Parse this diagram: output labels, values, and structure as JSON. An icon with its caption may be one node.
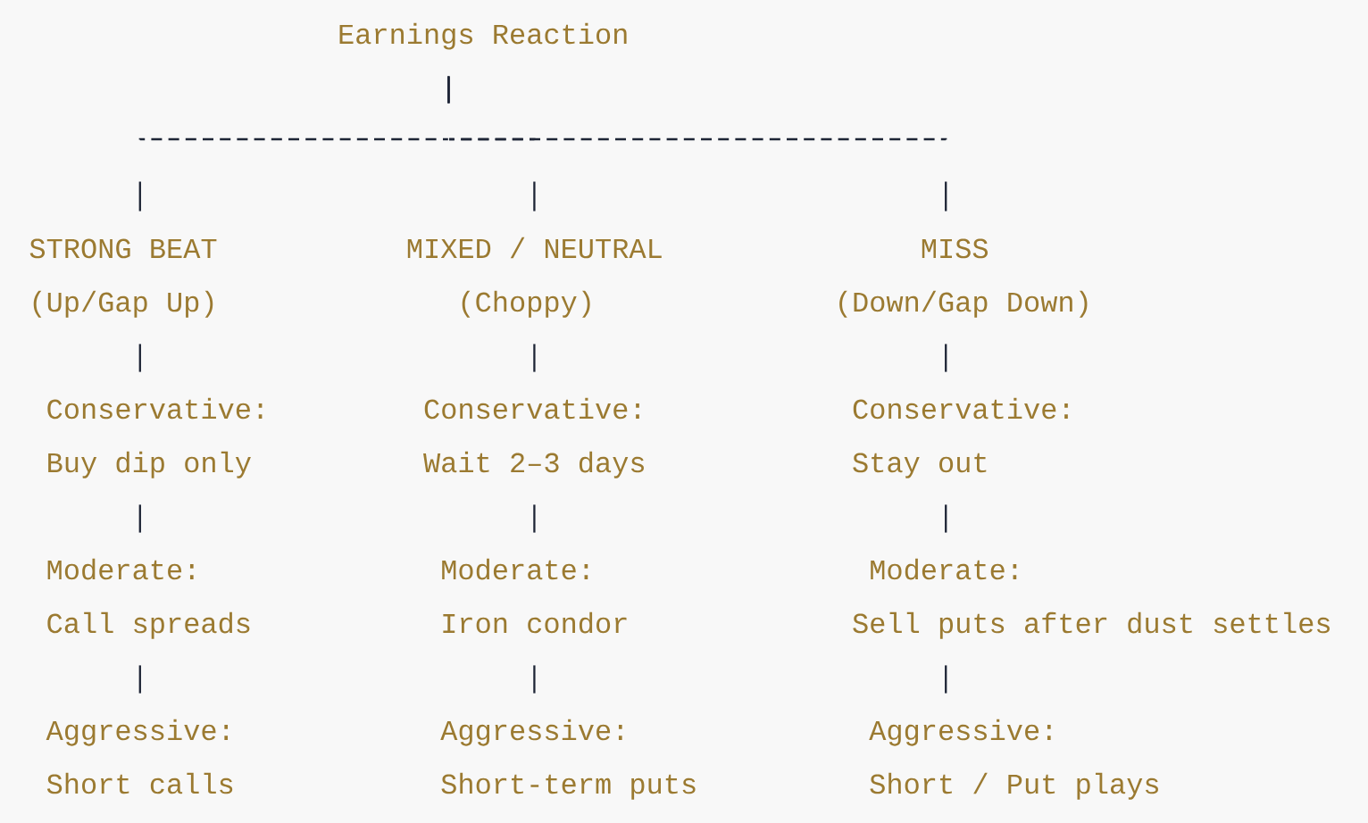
{
  "diagram": {
    "nodes": [
      {
        "text": [
          "Earnings Reaction"
        ]
      },
      {
        "text": [
          "STRONG BEAT",
          "(Up/Gap Up)"
        ]
      },
      {
        "text": [
          "MIXED / NEUTRAL",
          "(Choppy)"
        ]
      },
      {
        "text": [
          "MISS",
          "(Down/Gap Down)"
        ]
      },
      {
        "text": [
          "Conservative:",
          "Buy dip only"
        ]
      },
      {
        "text": [
          "Conservative:",
          "Wait 2–3 days"
        ]
      },
      {
        "text": [
          "Conservative:",
          "Stay out"
        ]
      },
      {
        "text": [
          "Moderate:",
          "Call spreads"
        ]
      },
      {
        "text": [
          "Moderate:",
          "Iron condor"
        ]
      },
      {
        "text": [
          "Moderate:",
          "Sell puts after dust settles"
        ]
      },
      {
        "text": [
          "Aggressive:",
          "Short calls"
        ]
      },
      {
        "text": [
          "Aggressive:",
          "Short-term puts"
        ]
      },
      {
        "text": [
          "Aggressive:",
          "Short / Put plays"
        ]
      }
    ],
    "edges": [
      {
        "from": 0,
        "to": 1,
        "arrow": "none",
        "style": "dashed"
      },
      {
        "from": 0,
        "to": 2,
        "arrow": "none",
        "style": "dashed"
      },
      {
        "from": 0,
        "to": 3,
        "arrow": "none",
        "style": "dashed"
      },
      {
        "from": 1,
        "to": 4,
        "arrow": "none"
      },
      {
        "from": 4,
        "to": 7,
        "arrow": "none"
      },
      {
        "from": 7,
        "to": 10,
        "arrow": "none"
      },
      {
        "from": 2,
        "to": 5,
        "arrow": "none"
      },
      {
        "from": 5,
        "to": 8,
        "arrow": "none"
      },
      {
        "from": 8,
        "to": 11,
        "arrow": "none"
      },
      {
        "from": 3,
        "to": 6,
        "arrow": "none"
      },
      {
        "from": 6,
        "to": 9,
        "arrow": "none"
      },
      {
        "from": 9,
        "to": 12,
        "arrow": "none"
      }
    ]
  }
}
